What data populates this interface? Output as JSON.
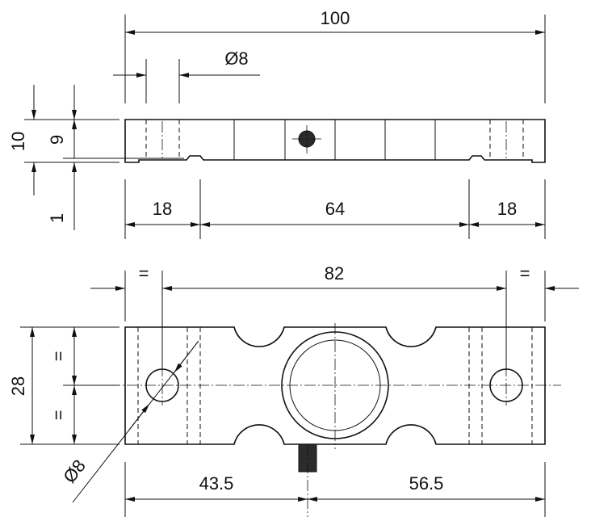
{
  "dimensions": {
    "overall_length": "100",
    "hole_diameter_top": "Ø8",
    "height_total": "10",
    "height_body": "9",
    "recess_depth": "1",
    "left_end": "18",
    "middle_span": "64",
    "right_end": "18",
    "hole_spacing": "82",
    "equal_left": "=",
    "equal_right": "=",
    "width": "28",
    "equal_upper": "=",
    "equal_lower": "=",
    "hole_diameter_bottom": "Ø8",
    "left_to_center": "43.5",
    "center_to_right": "56.5"
  }
}
